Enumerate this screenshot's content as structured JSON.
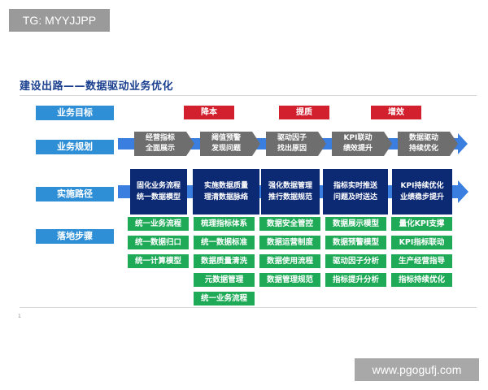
{
  "tag": "TG: MYYJJPP",
  "title": "建设出路——数据驱动业务优化",
  "row_labels": [
    "业务目标",
    "业务规划",
    "实施路径",
    "落地步骤"
  ],
  "goals": [
    "降本",
    "提质",
    "增效"
  ],
  "planning": [
    {
      "line1": "经营指标",
      "line2": "全面展示"
    },
    {
      "line1": "阈值预警",
      "line2": "发现问题"
    },
    {
      "line1": "驱动因子",
      "line2": "找出原因"
    },
    {
      "line1": "KPI联动",
      "line2": "绩效提升"
    },
    {
      "line1": "数据驱动",
      "line2": "持续优化"
    }
  ],
  "paths": [
    {
      "line1": "固化业务流程",
      "line2": "统一数据模型"
    },
    {
      "line1": "实施数据质量",
      "line2": "理清数据脉络"
    },
    {
      "line1": "强化数据管理",
      "line2": "推行数据规范"
    },
    {
      "line1": "指标实时推送",
      "line2": "问题及时送达"
    },
    {
      "line1": "KPI持续优化",
      "line2": "业绩稳步提升"
    }
  ],
  "steps": [
    [
      "统一业务流程",
      "统一数据归口",
      "统一计算模型"
    ],
    [
      "梳理指标体系",
      "统一数据标准",
      "数据质量清洗",
      "元数据管理",
      "统一业务流程"
    ],
    [
      "数据安全管控",
      "数据运营制度",
      "数据使用流程",
      "数据管理规范"
    ],
    [
      "数据展示模型",
      "数据预警模型",
      "驱动因子分析",
      "指标提升分析"
    ],
    [
      "量化KPI支撑",
      "KPI指标联动",
      "生产经营指导",
      "指标持续优化"
    ]
  ],
  "footnote": "1",
  "watermark": "www.pgogufj.com",
  "colors": {
    "label_blue": "#2f8fd6",
    "goal_red": "#d2202f",
    "band_blue": "#3a7ee0",
    "gray_box": "#6e6e6e",
    "navy_box": "#0c2a74",
    "step_green": "#1eaa57"
  }
}
